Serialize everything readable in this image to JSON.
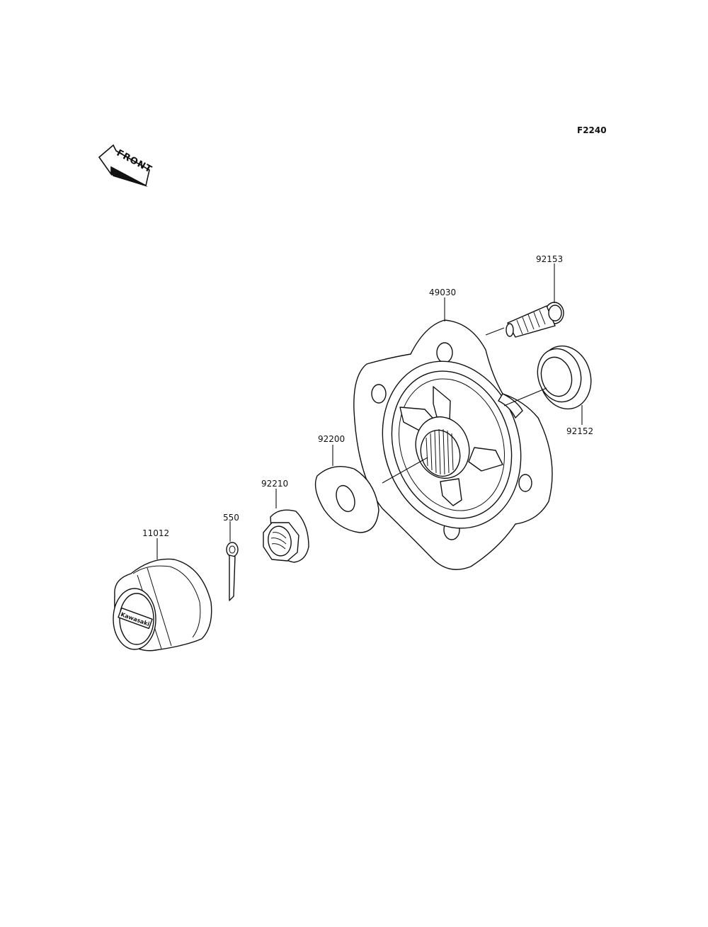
{
  "diagram_id": "F2240",
  "front_arrow": {
    "text": "FRONT"
  },
  "parts": [
    {
      "id": "p92153",
      "label": "92153"
    },
    {
      "id": "p49030",
      "label": "49030"
    },
    {
      "id": "p92152",
      "label": "92152"
    },
    {
      "id": "p92200",
      "label": "92200"
    },
    {
      "id": "p92210",
      "label": "92210"
    },
    {
      "id": "p550",
      "label": "550"
    },
    {
      "id": "p11012",
      "label": "11012"
    }
  ],
  "cap_logo_text": "Kawasaki"
}
